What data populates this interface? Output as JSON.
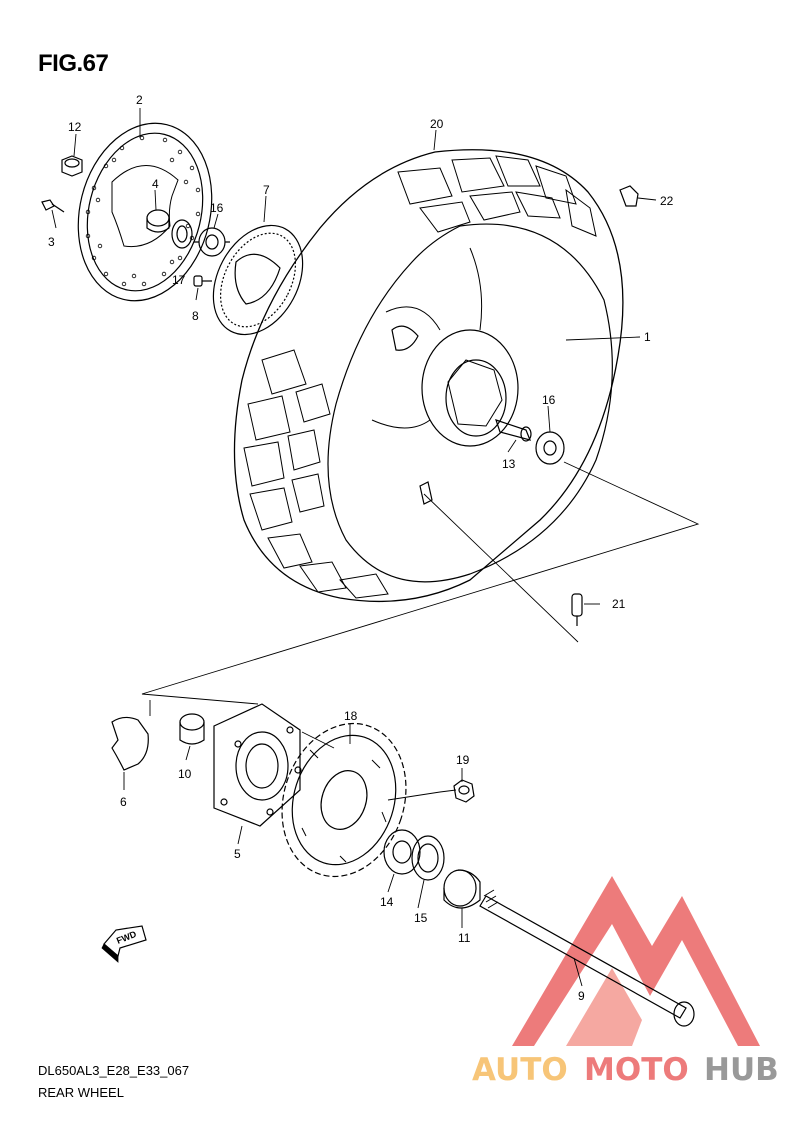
{
  "figure": {
    "title": "FIG.67",
    "code": "DL650AL3_E28_E33_067",
    "name": "REAR WHEEL"
  },
  "callouts": {
    "c1": "1",
    "c2": "2",
    "c3": "3",
    "c4": "4",
    "c5": "5",
    "c6": "6",
    "c7": "7",
    "c8": "8",
    "c9": "9",
    "c10": "10",
    "c11": "11",
    "c12": "12",
    "c13": "13",
    "c14": "14",
    "c15": "15",
    "c16a": "16",
    "c16b": "16",
    "c17": "17",
    "c18": "18",
    "c19": "19",
    "c20": "20",
    "c21": "21",
    "c22": "22"
  },
  "fwd_marker": {
    "label": "FWD",
    "icon": "forward-arrow-icon"
  },
  "watermark": {
    "part1": "AUTO",
    "part2": "MOTO",
    "part3": "HUB",
    "color_orange": "#f5b24c",
    "color_red": "#e8504f",
    "color_gray": "#777777",
    "icon": "triangle-mountain-logo-icon"
  }
}
